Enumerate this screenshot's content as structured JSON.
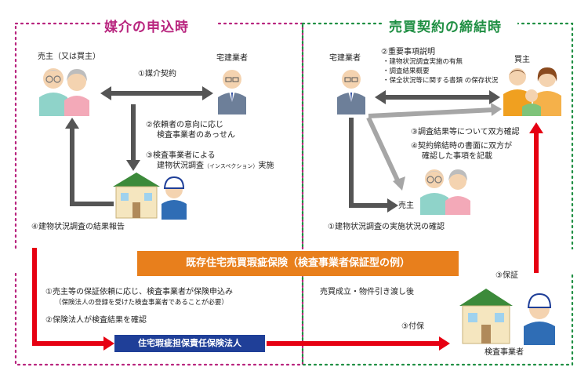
{
  "sections": {
    "left_title": "媒介の申込時",
    "right_title": "売買契約の締結時"
  },
  "left": {
    "seller_label": "売主（又は買主）",
    "agent_label": "宅建業者",
    "step1": "①媒介契約",
    "step2_line1": "②依頼者の意向に応じ",
    "step2_line2": "検査事業者のあっせん",
    "step3_line1": "③検査事業者による",
    "step3_line2a": "建物状況調査",
    "step3_line2b": "（インスペクション）",
    "step3_line2c": "実施",
    "step4": "④建物状況調査の結果報告"
  },
  "right": {
    "agent_label": "宅建業者",
    "buyer_label": "買主",
    "seller_label": "売主",
    "step2_title": "②重要事項説明",
    "step2_bullets": [
      "・建物状況調査実施の有無",
      "・調査結果概要",
      "・保全状況等に関する書類 の保存状況"
    ],
    "step3": "③調査結果等について双方確認",
    "step4_line1": "④契約締結時の書面に双方が",
    "step4_line2": "確認した事項を記載",
    "step1": "①建物状況調査の実施状況の確認"
  },
  "bottom": {
    "banner": "既存住宅売買瑕疵保険（検査事業者保証型の例）",
    "note1_line1": "①売主等の保証依頼に応じ、検査事業者が保険申込み",
    "note1_line2": "（保険法人の登録を受けた検査事業者であることが必要）",
    "note2": "②保険法人が検査結果を確認",
    "insurer": "住宅瑕疵担保責任保険法人",
    "transfer": "売買成立・物件引き渡し後",
    "guarantee": "③保証",
    "payment": "③付保",
    "inspector_label": "検査事業者"
  },
  "colors": {
    "left_border": "#b8247e",
    "right_border": "#1f8f43",
    "arrow_dark": "#555555",
    "arrow_gray": "#a6a6a6",
    "arrow_red": "#e60012",
    "banner": "#e87f1c",
    "insurer_box": "#1f3f98"
  }
}
